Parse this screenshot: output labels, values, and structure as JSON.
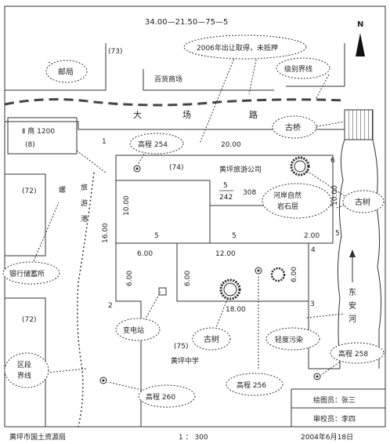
{
  "header_code": "34.00—21.50—75—5",
  "north_letter": "N",
  "parcel_numbers": {
    "top": "(73)",
    "center": "(74)",
    "left_upper": "(72)",
    "left_lower": "(72)",
    "bottom": "(75)",
    "left_small": "(8)"
  },
  "left_commercial": "Ⅱ 商 1200",
  "road_chars": {
    "da": "大",
    "chang": "场",
    "lu": "路"
  },
  "lane_chars": [
    "螺",
    "旅",
    "游",
    "港"
  ],
  "river_chars": [
    "东",
    "安",
    "河"
  ],
  "buildings": {
    "dept_store": "百货商场",
    "tourism_company": "黄坪旅游公司",
    "school": "黄坪中学"
  },
  "dims": {
    "top_20": "20.00",
    "left_1000": "10.00",
    "right_1000": "10.00",
    "left_1600": "16.00",
    "s5a": "5",
    "s5b": "5",
    "s5c": "5",
    "fraction_top": "5",
    "fraction_bot": "242",
    "n308": "308",
    "d200": "2.00",
    "d600a": "6.00",
    "d600b": "6.00",
    "d1200": "12.00",
    "d600c": "6.00",
    "d600d": "6.00",
    "d1800": "18.00",
    "c1": "1",
    "c2": "2",
    "c3": "3",
    "c4": "4",
    "c5": "5",
    "c6": "6"
  },
  "callouts": {
    "post_office": "邮局",
    "mortgage": "2006年出让取得，未抵押",
    "grade_boundary": "级别界线",
    "old_bridge": "古桥",
    "elev_254": "高程 254",
    "old_tree_right": "古树",
    "bank": "银行储蓄所",
    "rock": [
      "河岸自然",
      "岩石层"
    ],
    "substation": "变电站",
    "old_tree_center": "古树",
    "light_pollution": "轻度污染",
    "elev_258": "高程 258",
    "district_boundary": [
      "区段",
      "界线"
    ],
    "elev_260": "高程 260",
    "elev_256": "高程 256"
  },
  "legend": {
    "drafter": "绘图员：张三",
    "reviewer": "审校员：李四"
  },
  "footer": {
    "bureau": "黄坪市国土资源局",
    "scale": "1 ： 300",
    "date": "2004年6月18日"
  }
}
